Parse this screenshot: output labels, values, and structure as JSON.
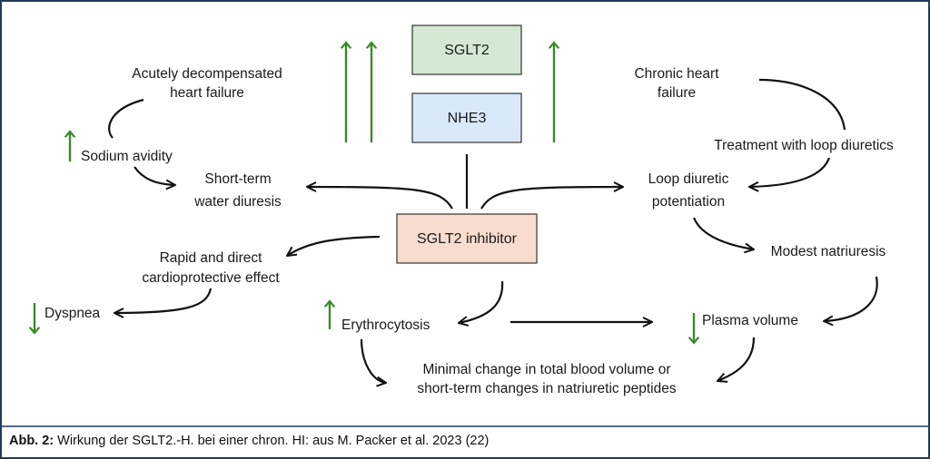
{
  "boxes": {
    "sglt2": "SGLT2",
    "nhe3": "NHE3",
    "inhibitor": "SGLT2 inhibitor"
  },
  "labels": {
    "acute_1": "Acutely decompensated",
    "acute_2": "heart failure",
    "sodium": "Sodium avidity",
    "short_1": "Short-term",
    "short_2": "water diuresis",
    "rapid_1": "Rapid and direct",
    "rapid_2": "cardioprotective effect",
    "dyspnea": "Dyspnea",
    "chronic_1": "Chronic heart",
    "chronic_2": "failure",
    "treatment": "Treatment with loop diuretics",
    "loop_1": "Loop diuretic",
    "loop_2": "potentiation",
    "natriuresis": "Modest natriuresis",
    "erythro": "Erythrocytosis",
    "plasma": "Plasma volume",
    "minimal_1": "Minimal change in total blood volume or",
    "minimal_2": "short-term changes in natriuretic peptides"
  },
  "caption": {
    "prefix": "Abb. 2:",
    "text": " Wirkung der SGLT2.-H. bei einer chron. HI: aus M. Packer et al. 2023 (22)"
  },
  "colors": {
    "sglt2_fill": "#d5e8d4",
    "nhe3_fill": "#dae8fc",
    "inhibitor_fill": "#f8dccd",
    "indicator_green": "#3a8a2a",
    "border": "#1f3b5a"
  },
  "icons": {
    "up": "green-up-arrow-icon",
    "down": "green-down-arrow-icon"
  }
}
